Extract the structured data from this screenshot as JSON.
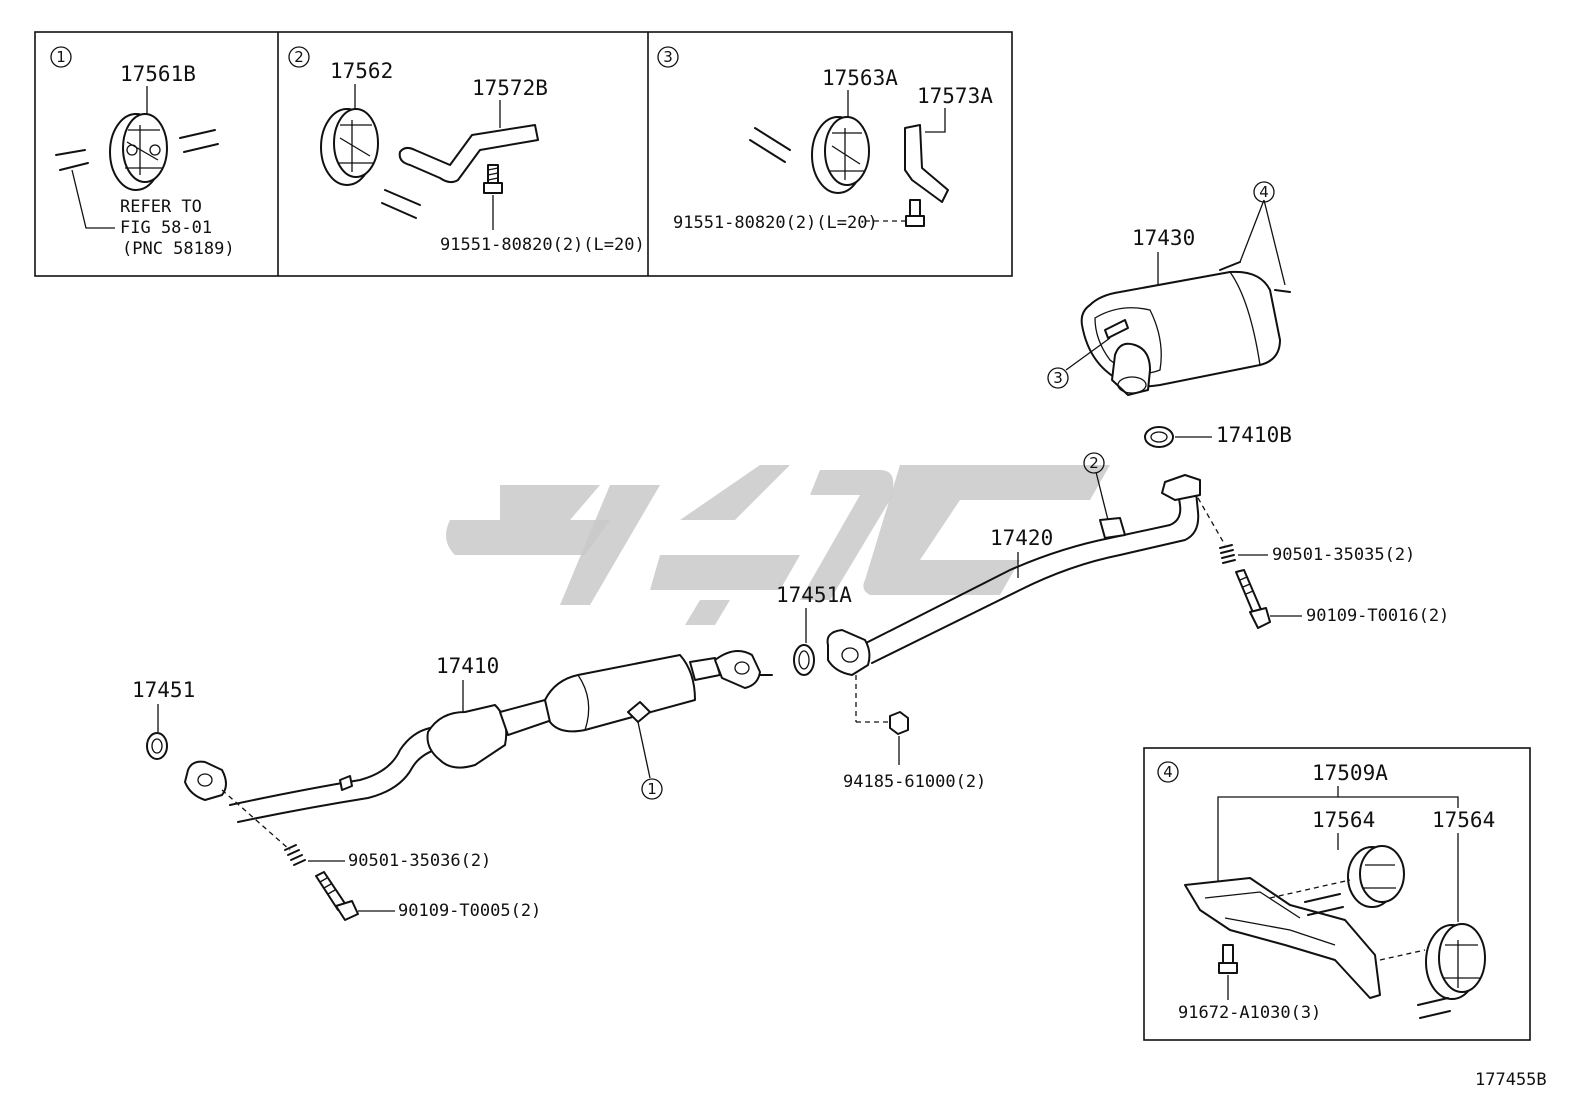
{
  "figure_code": "177455B",
  "insets": [
    {
      "number": "1",
      "parts": [
        "17561B"
      ],
      "note_lines": [
        "REFER TO",
        "FIG 58-01",
        "(PNC 58189)"
      ]
    },
    {
      "number": "2",
      "parts": [
        "17562",
        "17572B"
      ],
      "bolt": "91551-80820(2)(L=20)"
    },
    {
      "number": "3",
      "parts": [
        "17563A",
        "17573A"
      ],
      "bolt": "91551-80820(2)(L=20)"
    },
    {
      "number": "4",
      "parts": [
        "17509A",
        "17564",
        "17564"
      ],
      "bolt": "91672-A1030(3)"
    }
  ],
  "callouts": {
    "c1": "1",
    "c2": "2",
    "c3": "3",
    "c4": "4"
  },
  "main_labels": {
    "tail_pipe": "17430",
    "gasket_rear": "17410B",
    "center_pipe": "17420",
    "spring_right": "90501-35035(2)",
    "bolt_right": "90109-T0016(2)",
    "gasket_mid": "17451A",
    "front_pipe": "17410",
    "nut_mid": "94185-61000(2)",
    "gasket_front": "17451",
    "spring_left": "90501-35036(2)",
    "bolt_left": "90109-T0005(2)"
  },
  "icons": {
    "watermark": "brand-logo-watermark",
    "hanger": "rubber-hanger-icon",
    "bolt": "bolt-icon",
    "gasket": "ring-gasket-icon"
  }
}
